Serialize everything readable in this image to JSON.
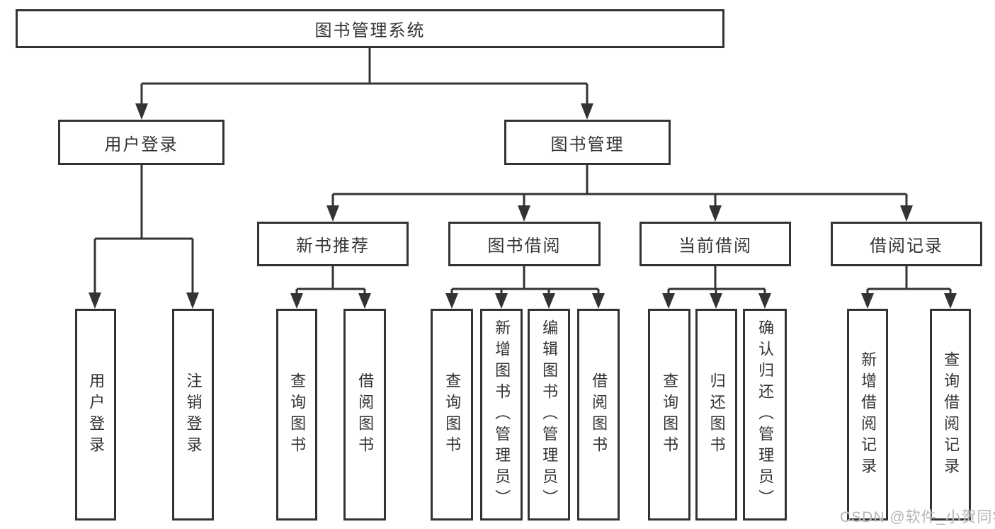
{
  "diagram": {
    "title": "图书管理系统",
    "root": {
      "label": "图书管理系统"
    },
    "branches": [
      {
        "label": "用户登录",
        "children": [
          {
            "label": "用户登录"
          },
          {
            "label": "注销登录"
          }
        ]
      },
      {
        "label": "图书管理",
        "children": [
          {
            "label": "新书推荐",
            "children": [
              {
                "label": "查询图书"
              },
              {
                "label": "借阅图书"
              }
            ]
          },
          {
            "label": "图书借阅",
            "children": [
              {
                "label": "查询图书"
              },
              {
                "label": "新增图书（管理员）"
              },
              {
                "label": "编辑图书（管理员）"
              },
              {
                "label": "借阅图书"
              }
            ]
          },
          {
            "label": "当前借阅",
            "children": [
              {
                "label": "查询图书"
              },
              {
                "label": "归还图书"
              },
              {
                "label": "确认归还（管理员）"
              }
            ]
          },
          {
            "label": "借阅记录",
            "children": [
              {
                "label": "新增借阅记录"
              },
              {
                "label": "查询借阅记录"
              }
            ]
          }
        ]
      }
    ]
  },
  "watermark": {
    "text": "CSDN @软件_小贺同学"
  },
  "colors": {
    "line": "#333333",
    "text": "#333333",
    "background": "#ffffff",
    "watermark": "#b5b5b5"
  }
}
